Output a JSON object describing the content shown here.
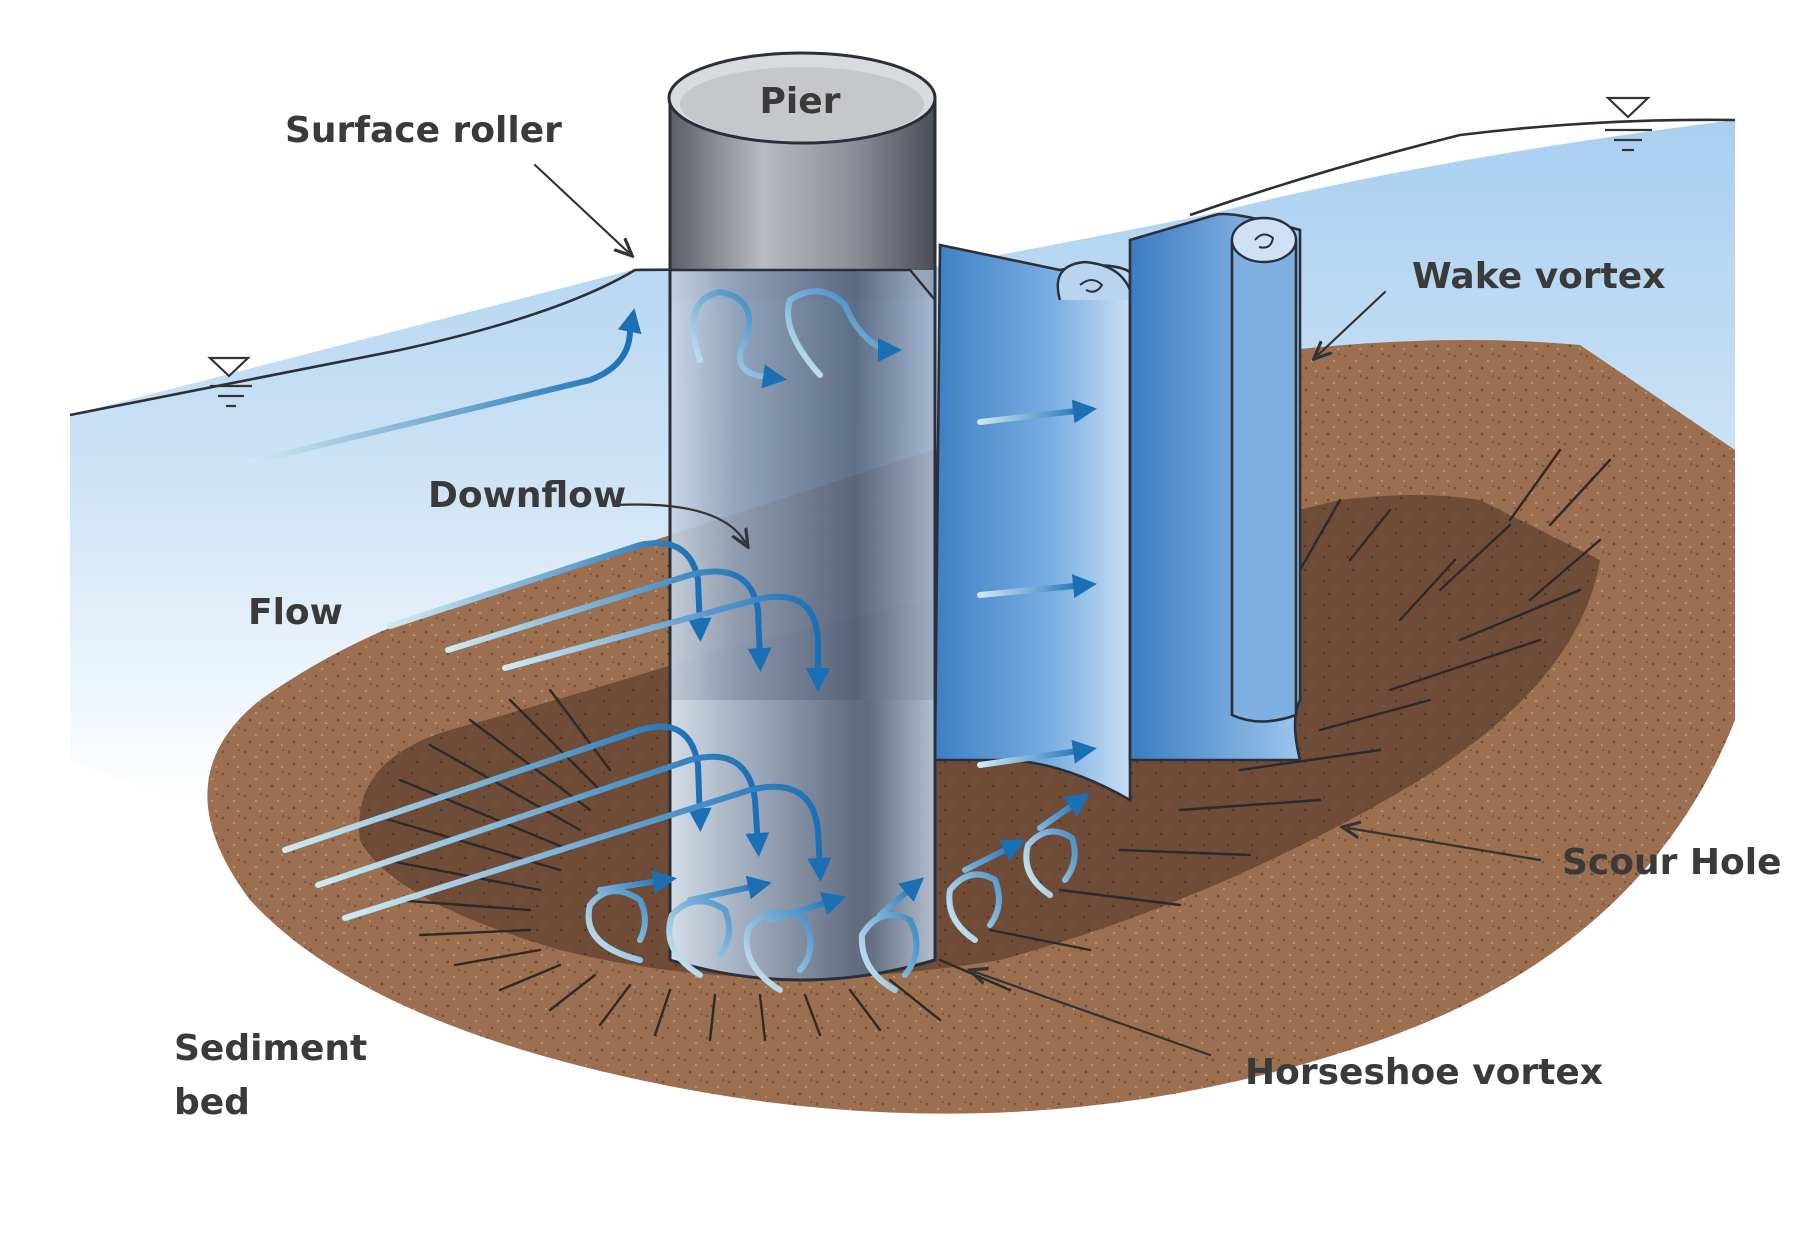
{
  "labels": {
    "pier": "Pier",
    "surface_roller": "Surface roller",
    "wake_vortex": "Wake vortex",
    "downflow": "Downflow",
    "flow": "Flow",
    "scour_hole": "Scour Hole",
    "sediment_bed_line1": "Sediment",
    "sediment_bed_line2": "bed",
    "horseshoe_vortex": "Horseshoe vortex"
  },
  "colors": {
    "water": "#bcd9f0",
    "sediment": "#9b6f4f",
    "scour": "#6f4c37",
    "pier": "#6b7080",
    "wake": "#4f8fcf",
    "arrow": "#1a73b8"
  },
  "icons": [
    "water-level-icon",
    "flow-arrow-icon",
    "vortex-loop-icon"
  ]
}
